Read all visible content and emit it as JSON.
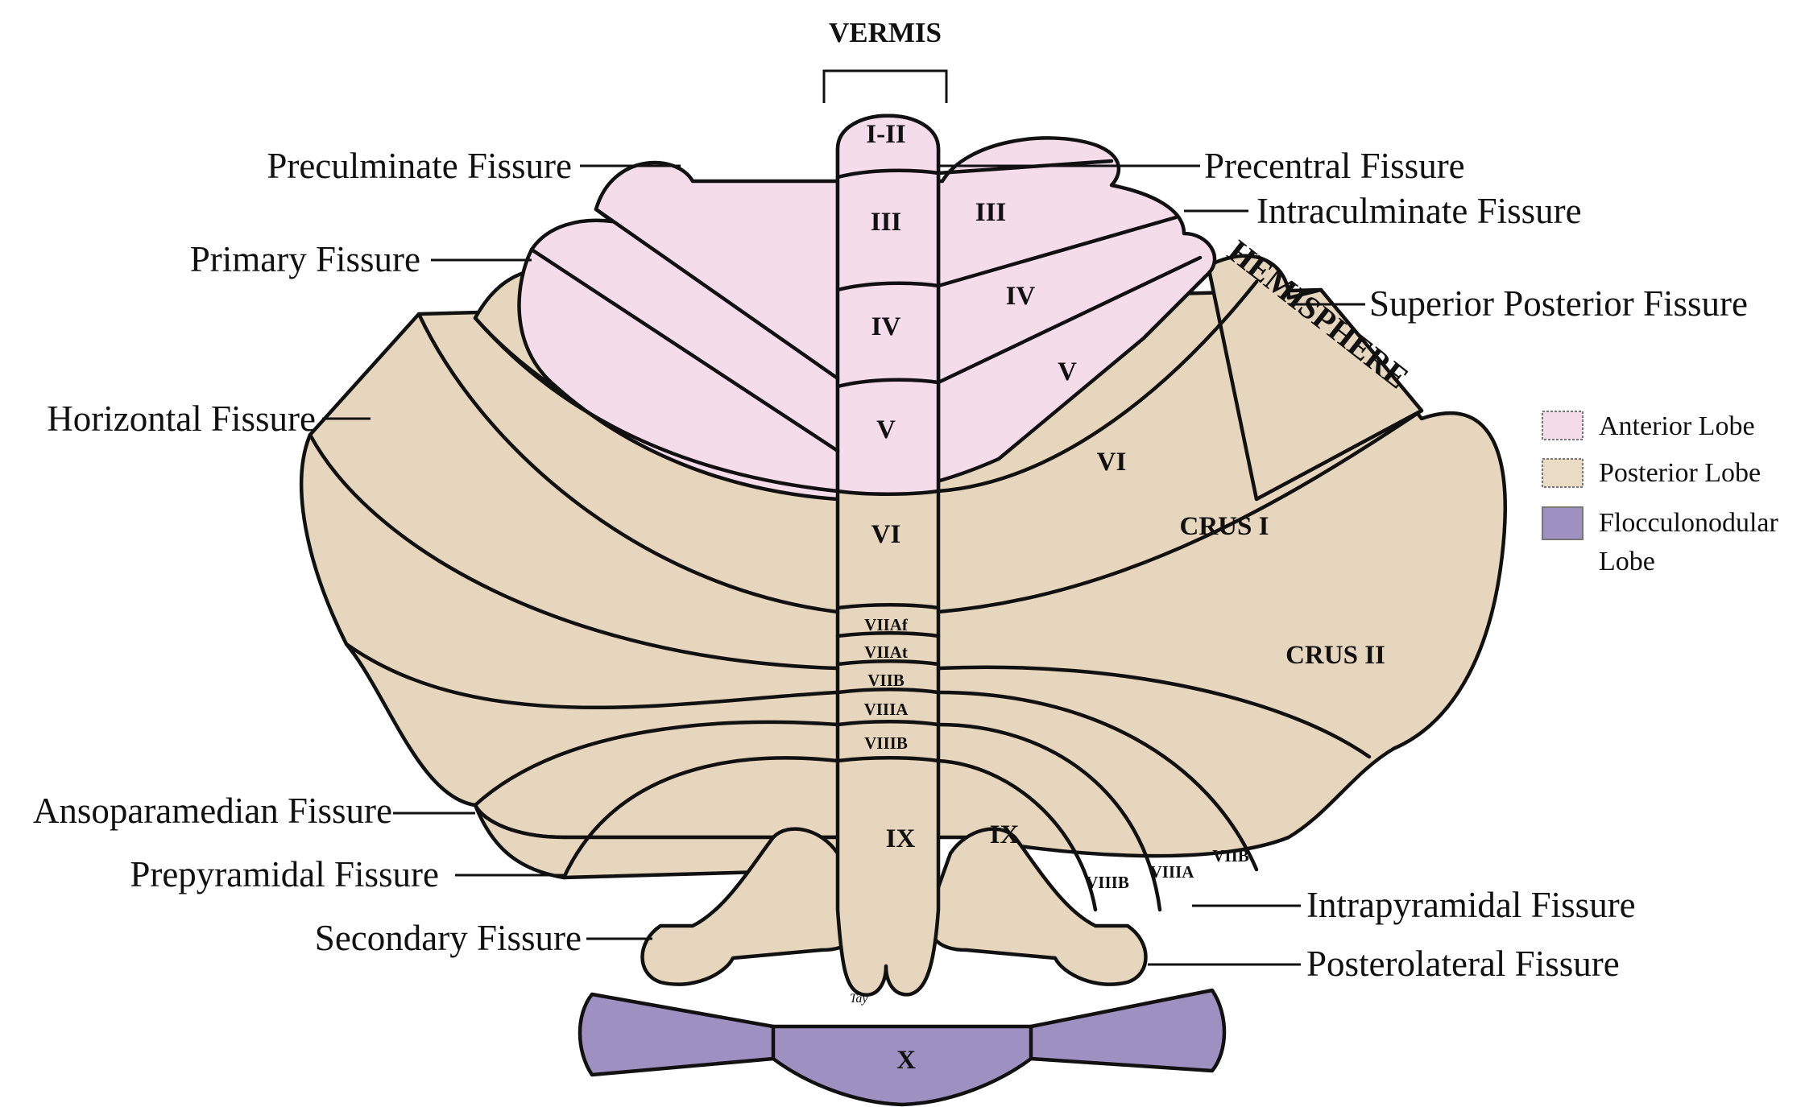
{
  "vermis_label": "VERMIS",
  "hemisphere_label": "HEMISPHERE",
  "fissures_left": [
    "Preculminate Fissure",
    "Primary Fissure",
    "Horizontal Fissure",
    "Ansoparamedian Fissure",
    "Prepyramidal Fissure",
    "Secondary Fissure"
  ],
  "fissures_right": [
    "Precentral Fissure",
    "Intraculminate Fissure",
    "Superior Posterior Fissure",
    "Intrapyramidal Fissure",
    "Posterolateral Fissure"
  ],
  "vermis_lobules": [
    "I-II",
    "III",
    "IV",
    "V",
    "VI",
    "VIIAf",
    "VIIAt",
    "VIIB",
    "VIIIA",
    "VIIIB",
    "IX",
    "X"
  ],
  "hemisphere_lobules": [
    "III",
    "IV",
    "V",
    "VI",
    "CRUS I",
    "CRUS II",
    "VIIB",
    "VIIIA",
    "VIIIB",
    "IX"
  ],
  "legend": [
    {
      "label": "Anterior Lobe",
      "color": "#f5dcea"
    },
    {
      "label": "Posterior Lobe",
      "color": "#eadcc4"
    },
    {
      "label": "Flocculonodular",
      "label_line2": "Lobe",
      "color": "#9f90c2"
    }
  ],
  "colors": {
    "anterior": "#f5dcea",
    "posterior": "#e7d6be",
    "flocculonodular": "#9f90c2",
    "outline": "#111111"
  },
  "signature": "Tay"
}
